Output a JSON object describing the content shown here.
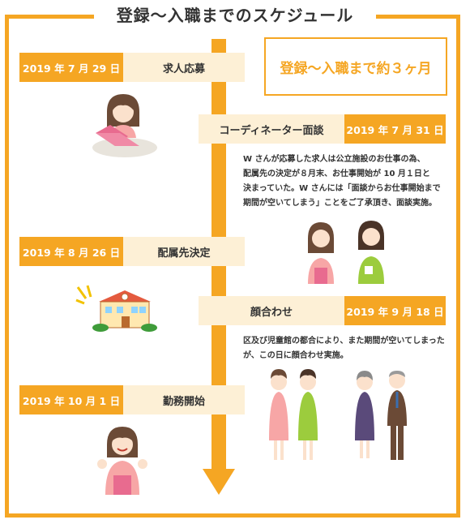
{
  "title": "登録～入職までのスケジュール",
  "summary": "登録～入職まで約３ヶ月",
  "events": [
    {
      "date": "2019 年 7 月 29 日",
      "label": "求人応募"
    },
    {
      "date": "2019 年 7 月 31 日",
      "label": "コーディネーター面談",
      "desc": [
        "W さんが応募した求人は公立施設のお仕事の為、",
        "配属先の決定が８月末、お仕事開始が 10 月１日と",
        "決まっていた。W さんには「面談からお仕事開始まで",
        "期間が空いてしまう」ことをご了承頂き、面談実施。"
      ]
    },
    {
      "date": "2019 年 8 月 26 日",
      "label": "配属先決定"
    },
    {
      "date": "2019 年 9 月 18 日",
      "label": "顔合わせ",
      "desc": [
        "区及び児童館の都合により、また期間が空いてしまった",
        "が、この日に顔合わせ実施。"
      ]
    },
    {
      "date": "2019 年 10 月 1 日",
      "label": "勤務開始"
    }
  ],
  "colors": {
    "accent": "#f5a623",
    "light": "#fdf0d6"
  }
}
